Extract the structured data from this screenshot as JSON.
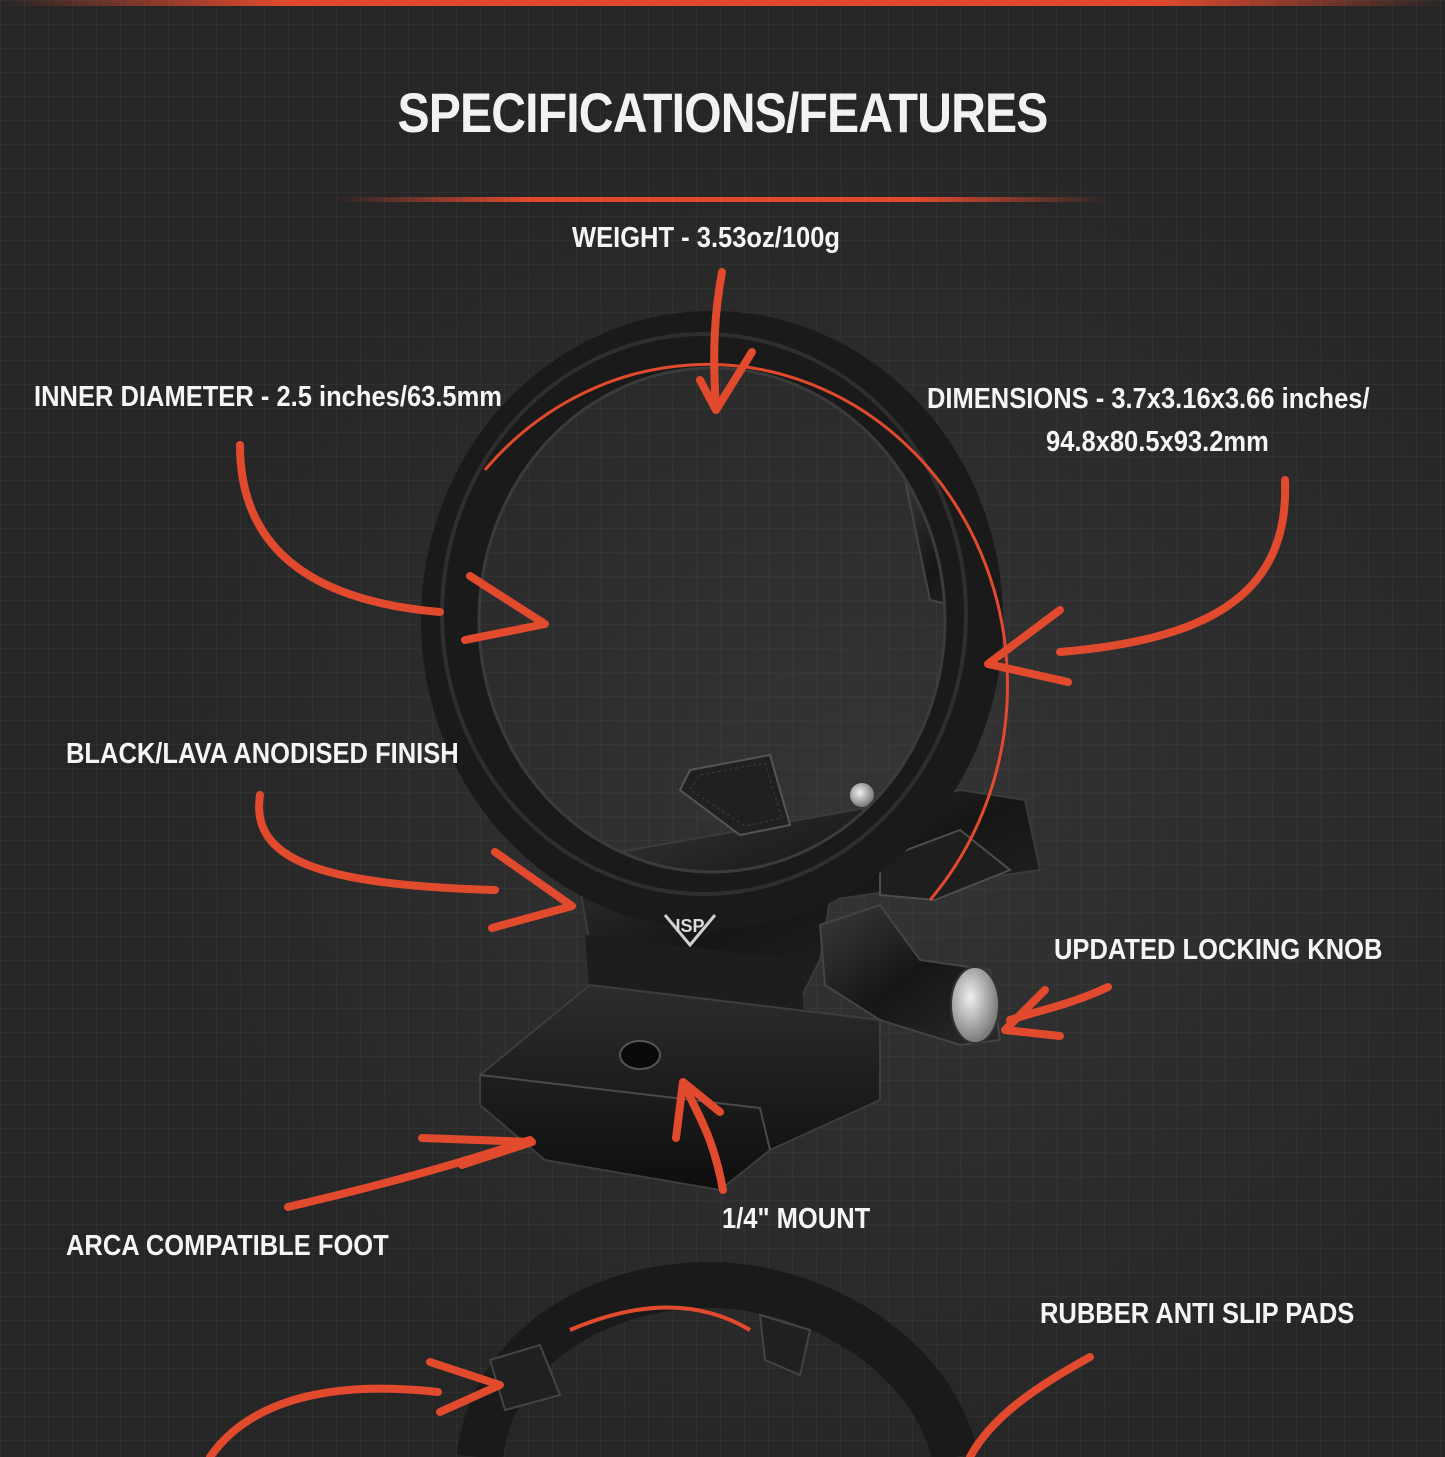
{
  "heading": "SPECIFICATIONS/FEATURES",
  "accent_color": "#e24a2e",
  "features": {
    "weight": "WEIGHT - 3.53oz/100g",
    "inner_diameter": "INNER DIAMETER - 2.5 inches/63.5mm",
    "dimensions_line1": "DIMENSIONS - 3.7x3.16x3.66 inches/",
    "dimensions_line2": "94.8x80.5x93.2mm",
    "finish": "BLACK/LAVA ANODISED FINISH",
    "locking_knob": "UPDATED LOCKING KNOB",
    "mount": "1/4\" MOUNT",
    "foot": "ARCA COMPATIBLE FOOT",
    "pads": "RUBBER ANTI SLIP PADS"
  },
  "logo_text": "ISP"
}
